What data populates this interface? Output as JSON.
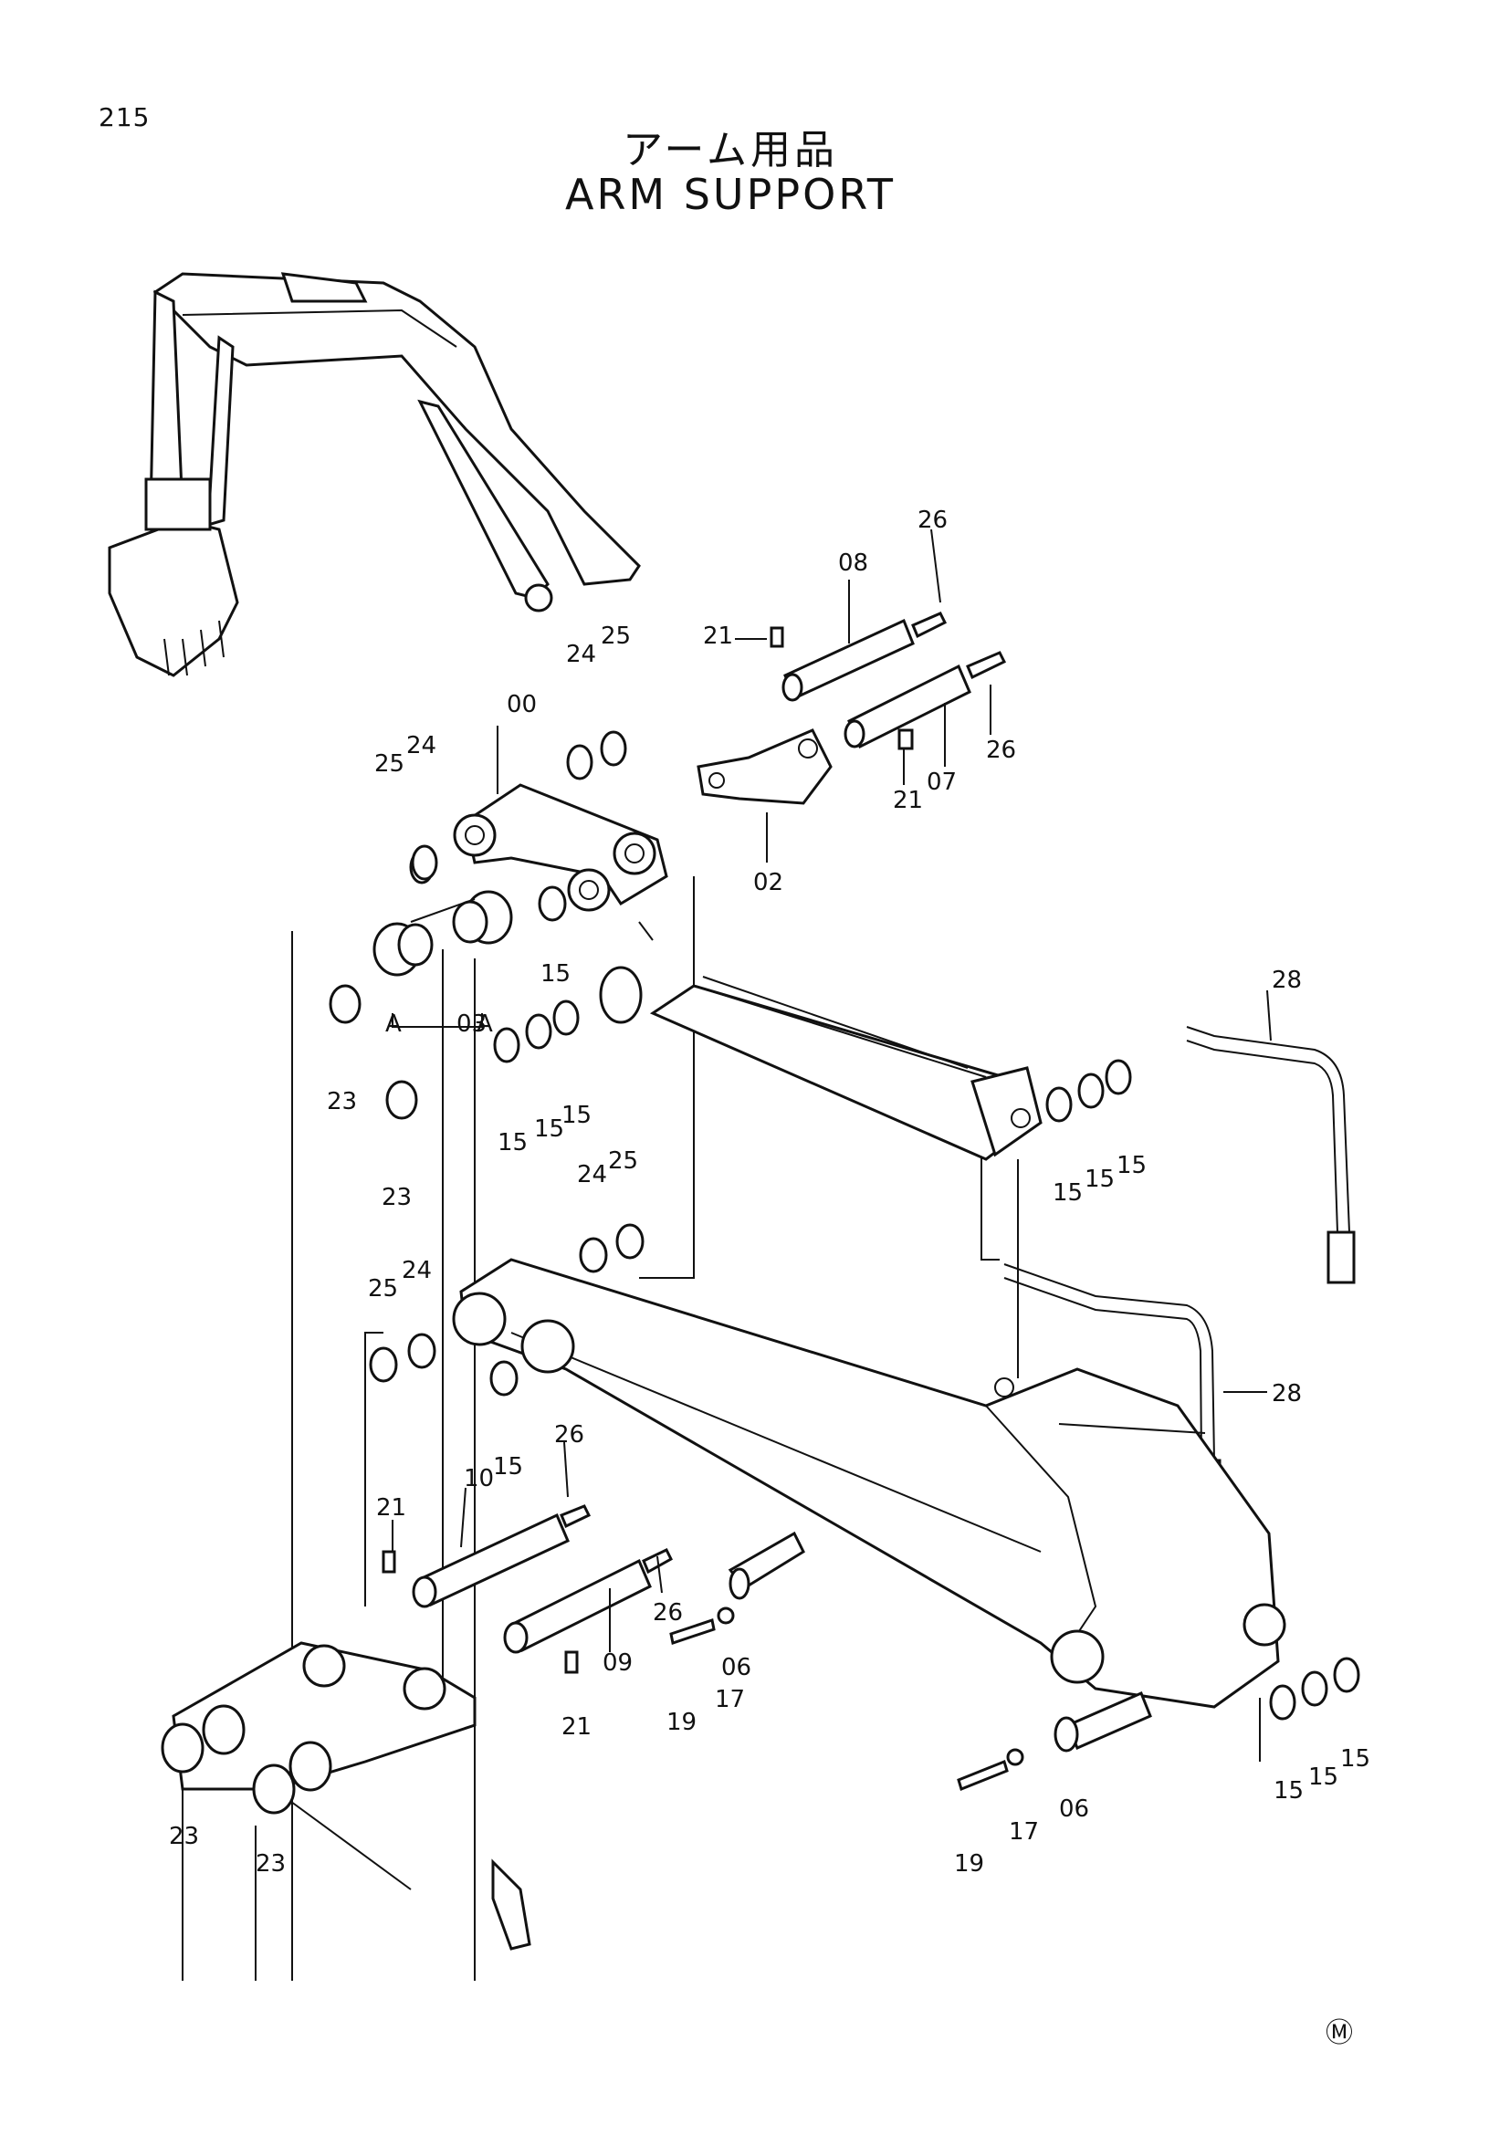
{
  "page_number": "215",
  "title_ja": "アーム用品",
  "title_en": "ARM SUPPORT",
  "corner_mark": "Ⓜ",
  "callouts": {
    "c00": "00",
    "c02": "02",
    "c03": "03",
    "c06a": "06",
    "c06b": "06",
    "c07": "07",
    "c08": "08",
    "c09": "09",
    "c10": "10",
    "c15a": "15",
    "c15b": "15",
    "c15c": "15",
    "c15d": "15",
    "c15e": "15",
    "c15f": "15",
    "c15g": "15",
    "c15h": "15",
    "c15i": "15",
    "c15j": "15",
    "c15k": "15",
    "c17a": "17",
    "c17b": "17",
    "c19a": "19",
    "c19b": "19",
    "c21a": "21",
    "c21b": "21",
    "c21c": "21",
    "c21d": "21",
    "c23a": "23",
    "c23b": "23",
    "c23c": "23",
    "c23d": "23",
    "c24a": "24",
    "c24b": "24",
    "c24c": "24",
    "c24d": "24",
    "c25a": "25",
    "c25b": "25",
    "c25c": "25",
    "c25d": "25",
    "c26a": "26",
    "c26b": "26",
    "c26c": "26",
    "c26d": "26",
    "c28a": "28",
    "c28b": "28",
    "cA1": "A",
    "cA2": "A"
  }
}
